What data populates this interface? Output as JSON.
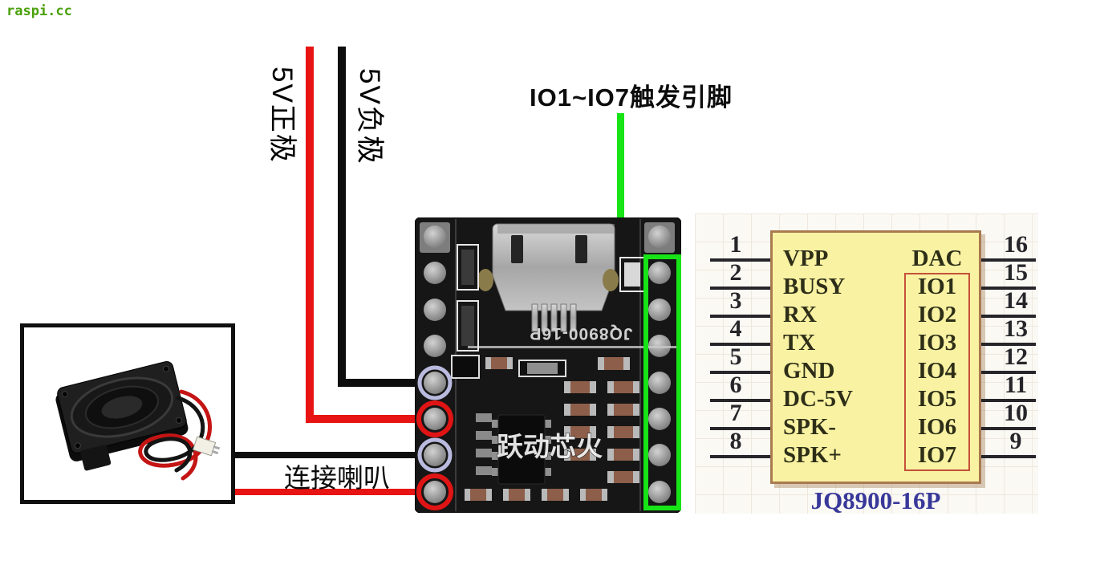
{
  "watermark": {
    "text": "raspi.cc"
  },
  "annotations": {
    "positive_label": "5V正极",
    "negative_label": "5V负极",
    "io_trigger_label": "IO1~IO7触发引脚",
    "speaker_label": "连接喇叭"
  },
  "board": {
    "silkscreen": "JQ8900-16P",
    "brand_watermark": "跃动芯火"
  },
  "pinout": {
    "title": "JQ8900-16P",
    "left_pins": [
      {
        "num": "1",
        "label": "VPP"
      },
      {
        "num": "2",
        "label": "BUSY"
      },
      {
        "num": "3",
        "label": "RX"
      },
      {
        "num": "4",
        "label": "TX"
      },
      {
        "num": "5",
        "label": "GND"
      },
      {
        "num": "6",
        "label": "DC-5V"
      },
      {
        "num": "7",
        "label": "SPK-"
      },
      {
        "num": "8",
        "label": "SPK+"
      }
    ],
    "right_pins": [
      {
        "num": "16",
        "label": "DAC"
      },
      {
        "num": "15",
        "label": "IO1"
      },
      {
        "num": "14",
        "label": "IO2"
      },
      {
        "num": "13",
        "label": "IO3"
      },
      {
        "num": "12",
        "label": "IO4"
      },
      {
        "num": "11",
        "label": "IO5"
      },
      {
        "num": "10",
        "label": "IO6"
      },
      {
        "num": "9",
        "label": "IO7"
      }
    ]
  },
  "colors": {
    "positive_wire": "#e81414",
    "negative_wire": "#0d0d0d",
    "io_highlight_green": "#17e417",
    "pin_ring_red": "#e01414",
    "pin_ring_lavender": "#b9bade",
    "chip_box_fill": "#f8f2a2",
    "chip_box_border": "#a97a50",
    "io_box_border": "#c5503a",
    "pinout_title_blue": "#38389a",
    "watermark_green": "#4aa00a"
  }
}
